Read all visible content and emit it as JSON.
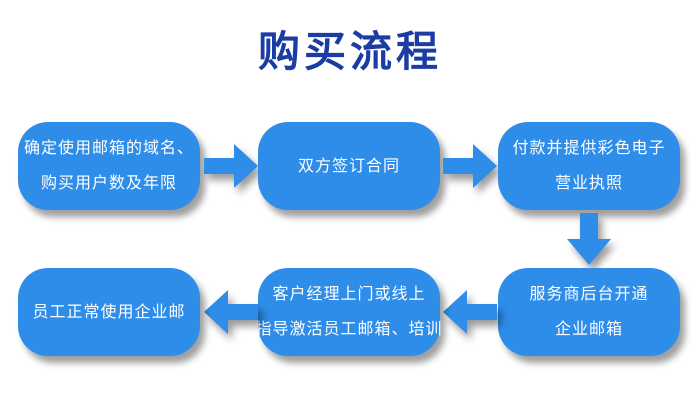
{
  "title": "购买流程",
  "colors": {
    "title_text": "#1A3CA4",
    "box_fill": "#2E8DE9",
    "box_text": "#FFFFFF",
    "background": "#FFFFFF"
  },
  "steps": [
    {
      "id": 1,
      "lines": [
        "确定使用邮箱的域名、",
        "购买用户数及年限"
      ]
    },
    {
      "id": 2,
      "lines": [
        "双方签订合同"
      ]
    },
    {
      "id": 3,
      "lines": [
        "付款并提供彩色电子",
        "营业执照"
      ]
    },
    {
      "id": 4,
      "lines": [
        "服务商后台开通",
        "企业邮箱"
      ]
    },
    {
      "id": 5,
      "lines": [
        "客户经理上门或线上",
        "指导激活员工邮箱、培训"
      ]
    },
    {
      "id": 6,
      "lines": [
        "员工正常使用企业邮"
      ]
    }
  ],
  "arrows": [
    {
      "from": 1,
      "to": 2,
      "direction": "right"
    },
    {
      "from": 2,
      "to": 3,
      "direction": "right"
    },
    {
      "from": 3,
      "to": 4,
      "direction": "down"
    },
    {
      "from": 4,
      "to": 5,
      "direction": "left"
    },
    {
      "from": 5,
      "to": 6,
      "direction": "left"
    }
  ]
}
